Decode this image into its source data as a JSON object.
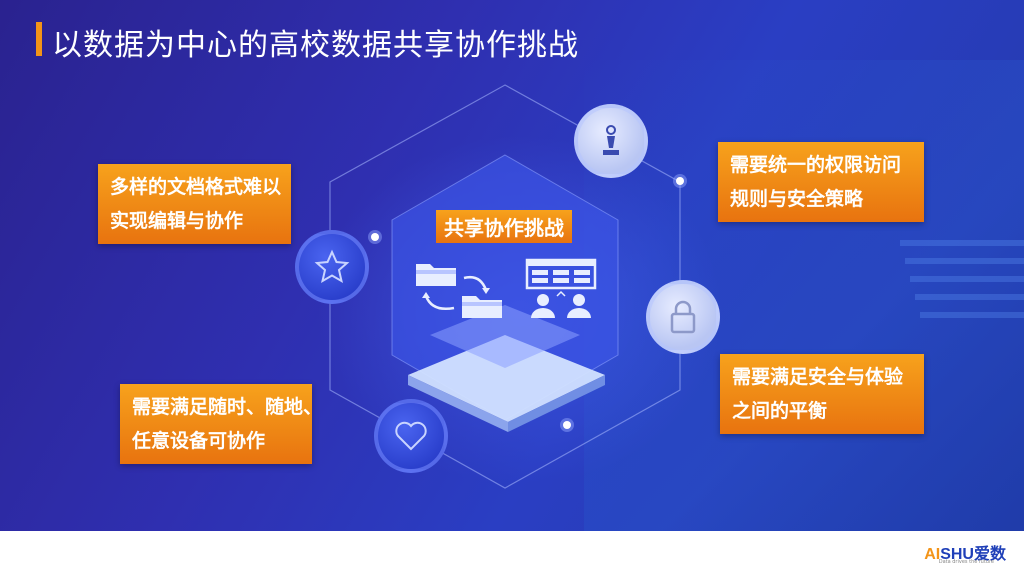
{
  "title": "以数据为中心的高校数据共享协作挑战",
  "center_label": "共享协作挑战",
  "cards": {
    "top_left": [
      "多样的文档格式难以",
      "实现编辑与协作"
    ],
    "bottom_left": [
      "需要满足随时、随地、",
      "任意设备可协作"
    ],
    "top_right": [
      "需要统一的权限访问",
      "规则与安全策略"
    ],
    "bottom_right": [
      "需要满足安全与体验",
      "之间的平衡"
    ]
  },
  "icons": [
    "chess-piece-icon",
    "star-icon",
    "lock-icon",
    "heart-icon",
    "folder-transfer-icon",
    "user-table-icon"
  ],
  "logo": {
    "prefix": "AI",
    "brand": "SHU",
    "cn": "爱数",
    "tagline": "Data drives the future"
  },
  "colors": {
    "accent": "#f39418",
    "background": "#2a2ea8",
    "card": "#ee8514"
  }
}
